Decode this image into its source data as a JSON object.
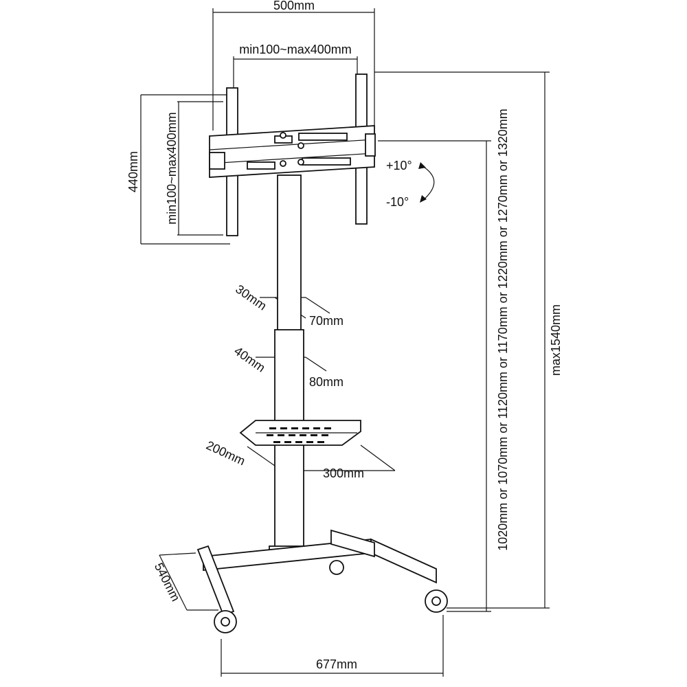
{
  "dimensions": {
    "plate_width": "500mm",
    "vesa_horizontal": "min100~max400mm",
    "plate_height": "440mm",
    "vesa_vertical": "min100~max400mm",
    "tilt_up": "+10°",
    "tilt_down": "-10°",
    "upper_pole_depth": "30mm",
    "upper_pole_width": "70mm",
    "lower_pole_depth": "40mm",
    "lower_pole_width": "80mm",
    "shelf_depth": "200mm",
    "shelf_width": "300mm",
    "base_depth": "540mm",
    "base_width": "677mm",
    "height_options": "1020mm or 1070mm or 1120mm or 1170mm or 1220mm or 1270mm or 1320mm",
    "max_height": "max1540mm"
  }
}
